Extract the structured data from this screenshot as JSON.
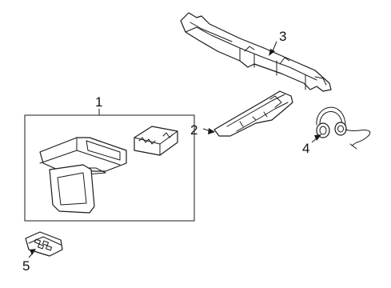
{
  "callouts": {
    "one": "1",
    "two": "2",
    "three": "3",
    "four": "4",
    "five": "5"
  }
}
